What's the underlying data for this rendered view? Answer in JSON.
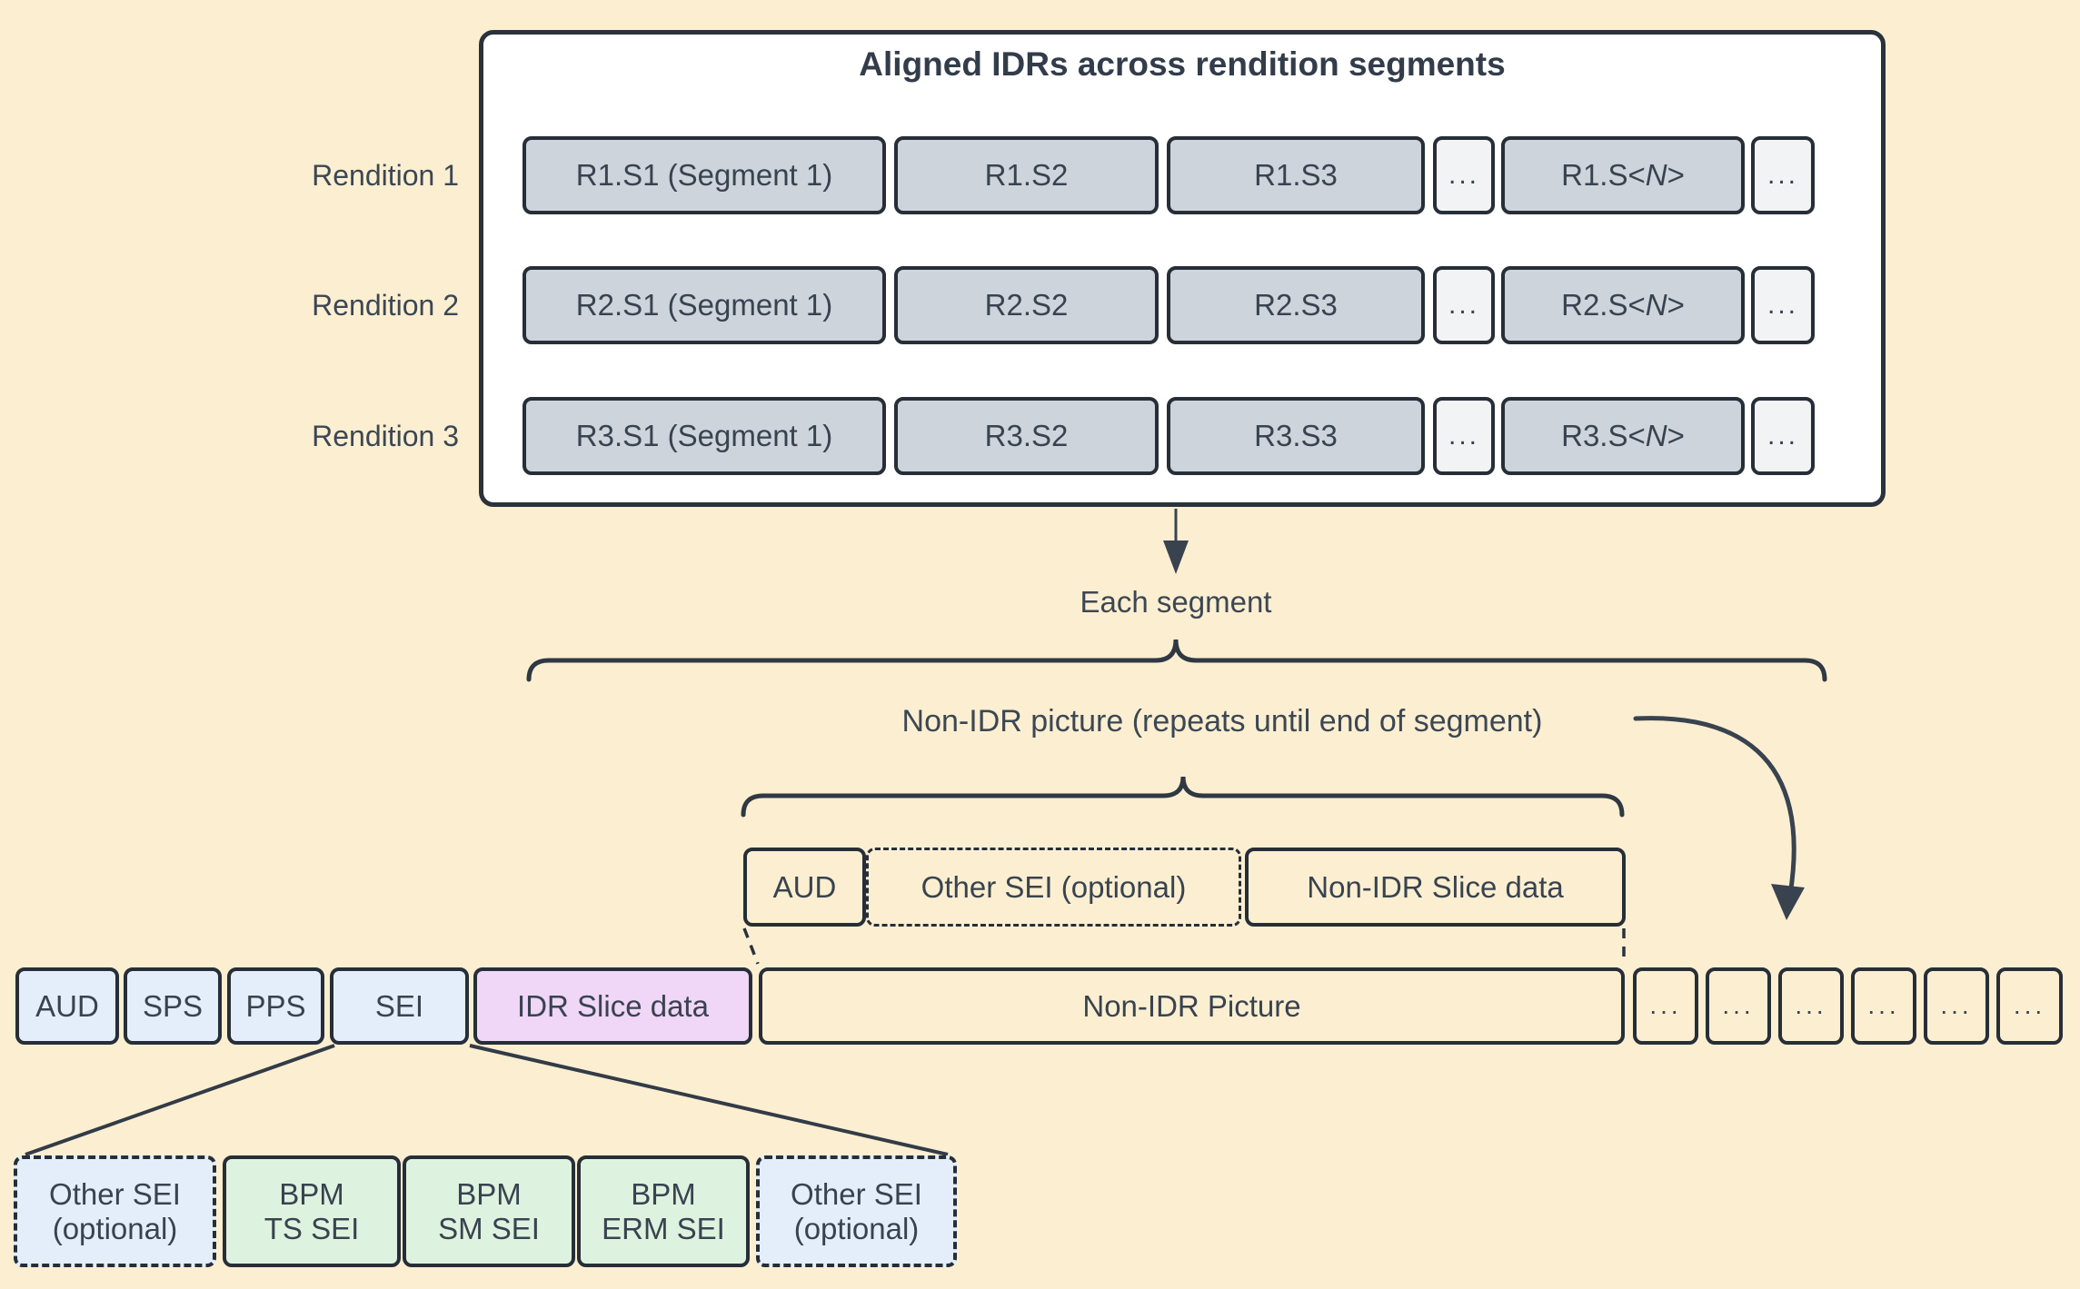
{
  "diagram": {
    "panel": {
      "title": "Aligned IDRs across rendition segments",
      "rows": [
        {
          "label": "Rendition 1",
          "s1": "R1.S1 (Segment 1)",
          "s2": "R1.S2",
          "s3": "R1.S3",
          "dots1": "...",
          "sn_pre": "R1.S<",
          "sn_italic": "N",
          "sn_post": ">",
          "dots2": "..."
        },
        {
          "label": "Rendition 2",
          "s1": "R2.S1 (Segment 1)",
          "s2": "R2.S2",
          "s3": "R2.S3",
          "dots1": "...",
          "sn_pre": "R2.S<",
          "sn_italic": "N",
          "sn_post": ">",
          "dots2": "..."
        },
        {
          "label": "Rendition 3",
          "s1": "R3.S1 (Segment 1)",
          "s2": "R3.S2",
          "s3": "R3.S3",
          "dots1": "...",
          "sn_pre": "R3.S<",
          "sn_italic": "N",
          "sn_post": ">",
          "dots2": "..."
        }
      ]
    },
    "labels": {
      "each_segment": "Each segment",
      "non_idr_repeat": "Non-IDR picture (repeats until end of segment)"
    },
    "picture_struct": {
      "aud": "AUD",
      "other_sei": "Other SEI (optional)",
      "non_idr_slice": "Non-IDR Slice data"
    },
    "nal_row": {
      "aud": "AUD",
      "sps": "SPS",
      "pps": "PPS",
      "sei": "SEI",
      "idr_slice": "IDR Slice data",
      "non_idr_picture": "Non-IDR Picture",
      "dots": [
        "...",
        "...",
        "...",
        "...",
        "...",
        "..."
      ]
    },
    "sei_detail": [
      {
        "line1": "Other SEI",
        "line2": "(optional)"
      },
      {
        "line1": "BPM",
        "line2": "TS SEI"
      },
      {
        "line1": "BPM",
        "line2": "SM SEI"
      },
      {
        "line1": "BPM",
        "line2": "ERM SEI"
      },
      {
        "line1": "Other SEI",
        "line2": "(optional)"
      }
    ],
    "colors": {
      "background": "#FCEFD1",
      "panel_fill": "#FFFFFF",
      "segment_fill": "#CDD4DB",
      "ellipsis_fill": "#F1F3F5",
      "nal_blue": "#E4EEFB",
      "idr_pink": "#F0D6F7",
      "sei_green": "#DEF3DF",
      "stroke_dark": "#2A323C",
      "text": "#394350"
    }
  }
}
